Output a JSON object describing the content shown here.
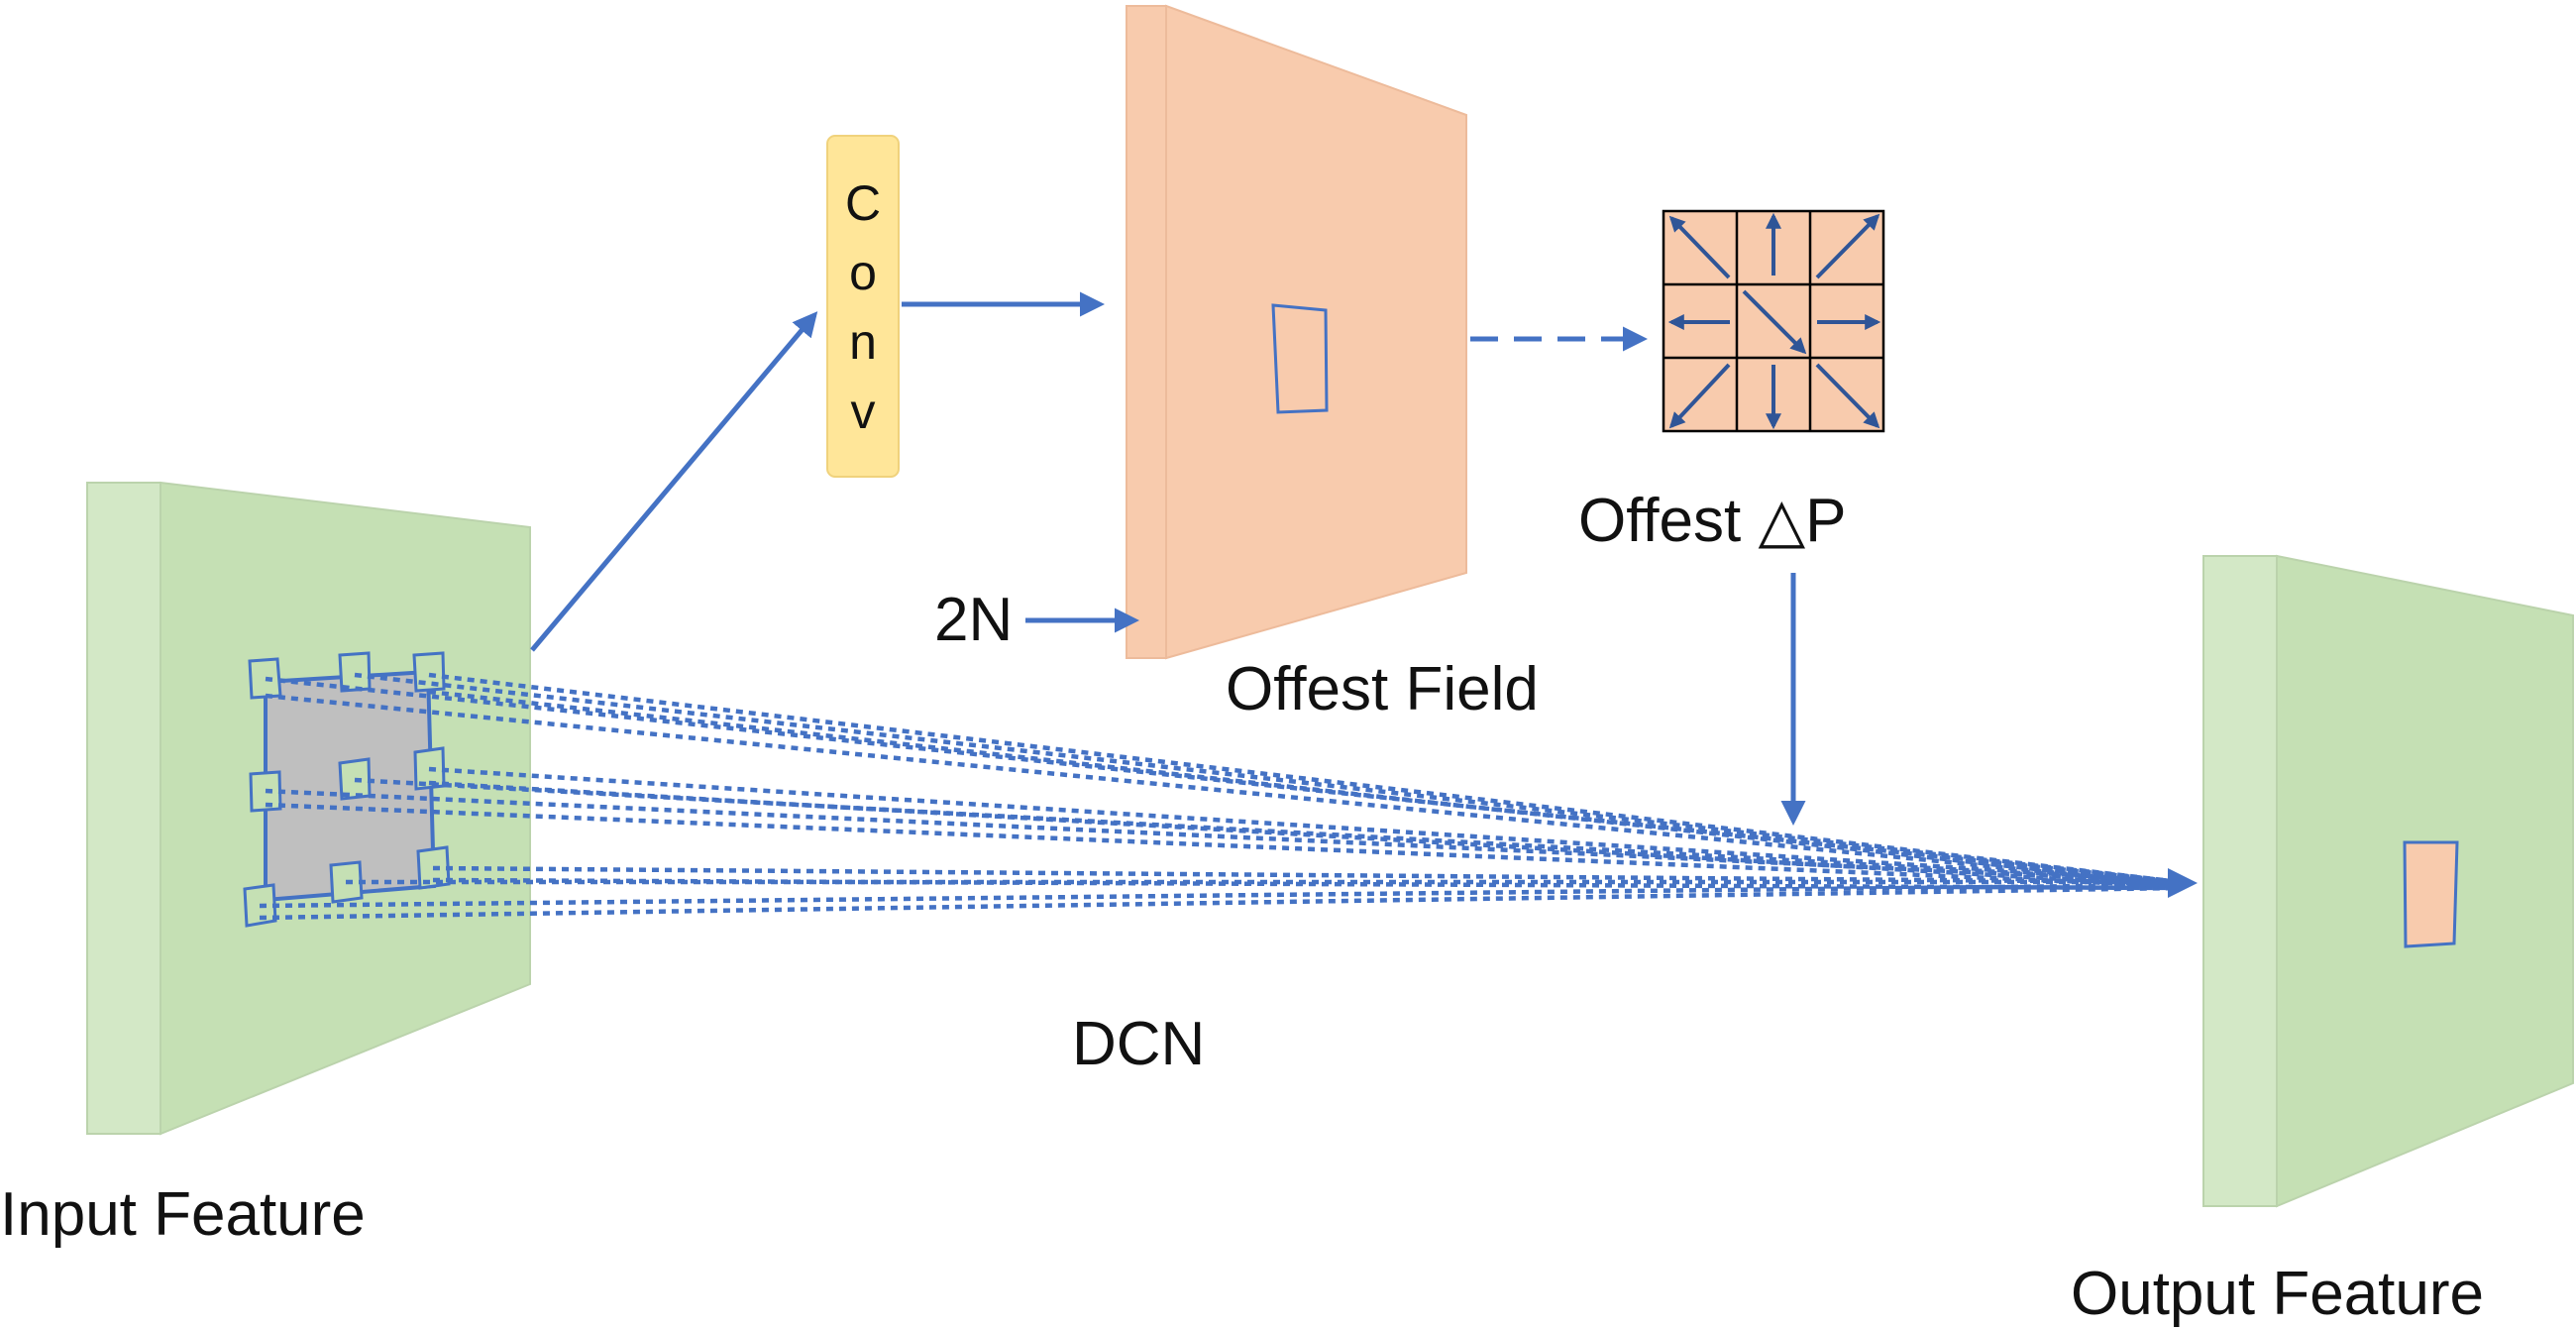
{
  "labels": {
    "input_feature": "Input Feature",
    "conv_letters": [
      "C",
      "o",
      "n",
      "v"
    ],
    "two_n": "2N",
    "offset_field": "Offest Field",
    "offset_dp": "Offest △P",
    "dcn": "DCN",
    "output_feature": "Output Feature"
  },
  "colors": {
    "arrow_blue": "#4472C4",
    "feature_green": "#C5E0B4",
    "feature_green_side": "#D3E8C6",
    "offset_orange": "#F8CBAD",
    "conv_yellow": "#FFE699",
    "sampling_gray": "#BFBFBF"
  },
  "offset_grid": {
    "arrow_directions": [
      "up-left",
      "up",
      "up-right",
      "left",
      "down-right",
      "right",
      "down-left",
      "down",
      "down-right"
    ]
  }
}
